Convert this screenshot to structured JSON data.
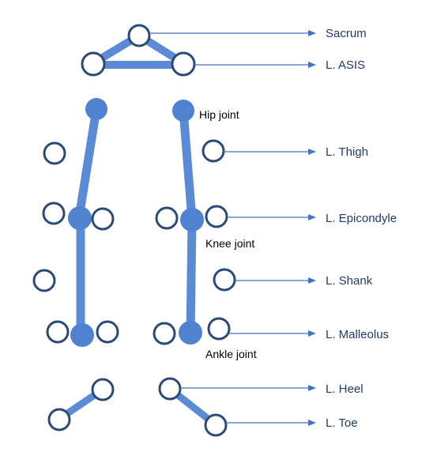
{
  "colors": {
    "bone": "#5b8bd6",
    "joint": "#4f82d1",
    "marker_stroke": "#2b4a78",
    "arrow": "#4472c4",
    "label": "#1f3b66",
    "joint_label": "#000000"
  },
  "marker_labels": {
    "sacrum": "Sacrum",
    "asis": "L. ASIS",
    "thigh": "L. Thigh",
    "epicondyle": "L. Epicondyle",
    "shank": "L. Shank",
    "malleolus": "L. Malleolus",
    "heel": "L. Heel",
    "toe": "L. Toe"
  },
  "joint_labels": {
    "hip": "Hip joint",
    "knee": "Knee joint",
    "ankle": "Ankle joint"
  }
}
